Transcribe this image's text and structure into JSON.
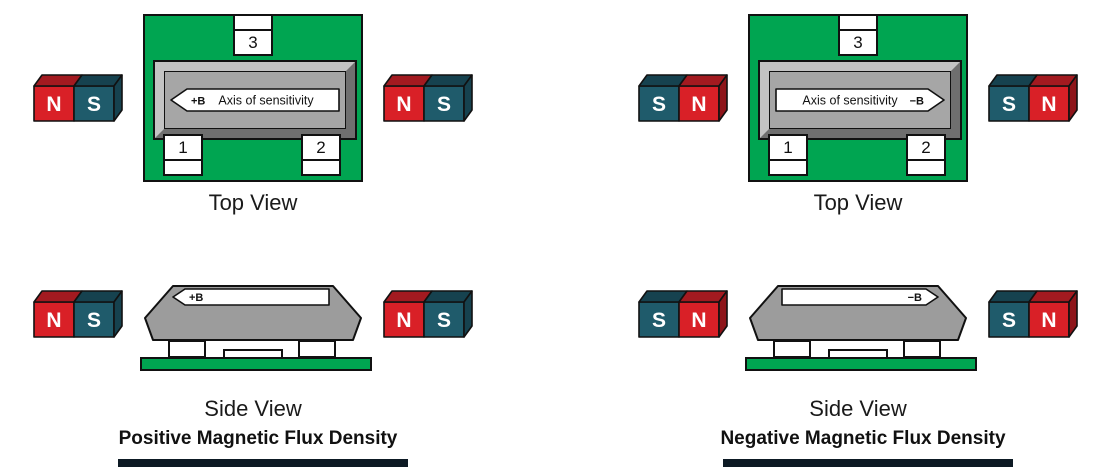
{
  "figure": {
    "panels": [
      {
        "caption": "Positive Magnetic Flux Density",
        "top_view_label": "Top View",
        "side_view_label": "Side View",
        "pins": [
          "1",
          "2",
          "3"
        ],
        "magnet_left": {
          "pole1": "N",
          "pole2": "S"
        },
        "magnet_right": {
          "pole1": "N",
          "pole2": "S"
        },
        "top_arrow": {
          "direction": "left",
          "b_label": "+B",
          "axis_label": "Axis of sensitivity"
        },
        "side_arrow": {
          "direction": "left",
          "b_label": "+B"
        }
      },
      {
        "caption": "Negative Magnetic Flux Density",
        "top_view_label": "Top View",
        "side_view_label": "Side View",
        "pins": [
          "1",
          "2",
          "3"
        ],
        "magnet_left": {
          "pole1": "S",
          "pole2": "N"
        },
        "magnet_right": {
          "pole1": "S",
          "pole2": "N"
        },
        "top_arrow": {
          "direction": "right",
          "b_label": "−B",
          "axis_label": "Axis of sensitivity"
        },
        "side_arrow": {
          "direction": "right",
          "b_label": "−B"
        }
      }
    ],
    "colors": {
      "pcb_green": "#00A551",
      "magnet_red": "#D92027",
      "magnet_teal": "#1F5B6B",
      "magnet_red_dark": "#A31A20",
      "magnet_teal_dark": "#16424F",
      "package_gray": "#9C9C9C",
      "arrow_white": "#FFFFFF",
      "outline_black": "#111111"
    }
  }
}
